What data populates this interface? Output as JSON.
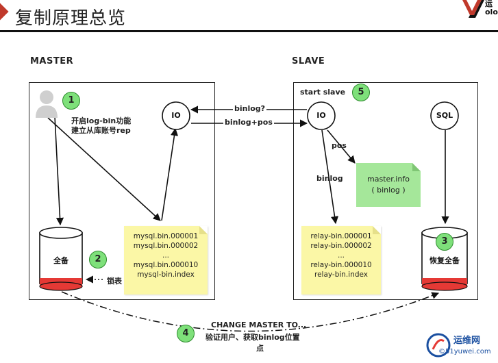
{
  "header": {
    "title": "复制原理总览",
    "logo_text": "运\nolo"
  },
  "master": {
    "label": "MASTER",
    "user_note_line1": "开启log-bin功能",
    "user_note_line2": "建立从库账号rep",
    "io_label": "IO",
    "backup_label": "全备",
    "lock_label": "锁表",
    "binlog_files": [
      "mysql.bin.000001",
      "mysql.bin.000002",
      "...",
      "mysql.bin.000010",
      "mysql-bin.index"
    ]
  },
  "slave": {
    "label": "SLAVE",
    "start_label": "start slave",
    "io_label": "IO",
    "sql_label": "SQL",
    "pos_label": "pos",
    "binlog_label": "binlog",
    "master_info_line1": "master.info",
    "master_info_line2": "( binlog )",
    "relay_files": [
      "relay-bin.000001",
      "relay-bin.000002",
      "...",
      "relay-bin.000010",
      "relay-bin.index"
    ],
    "restore_label": "恢复全备"
  },
  "links": {
    "binlog_request": "binlog?",
    "binlog_pos": "binlog+pos"
  },
  "bottom": {
    "line1": "CHANGE MASTER TO...",
    "line2": "验证用户、获取binlog位置",
    "line3": "点"
  },
  "steps": [
    "1",
    "2",
    "3",
    "4",
    "5"
  ],
  "watermark": {
    "brand": "运维网",
    "sub": "©51yuwei.com"
  },
  "colors": {
    "badge": "#7ee07a",
    "note_yellow": "#fbf7a6",
    "note_green": "#a5e79a",
    "accent_red": "#e53935"
  }
}
